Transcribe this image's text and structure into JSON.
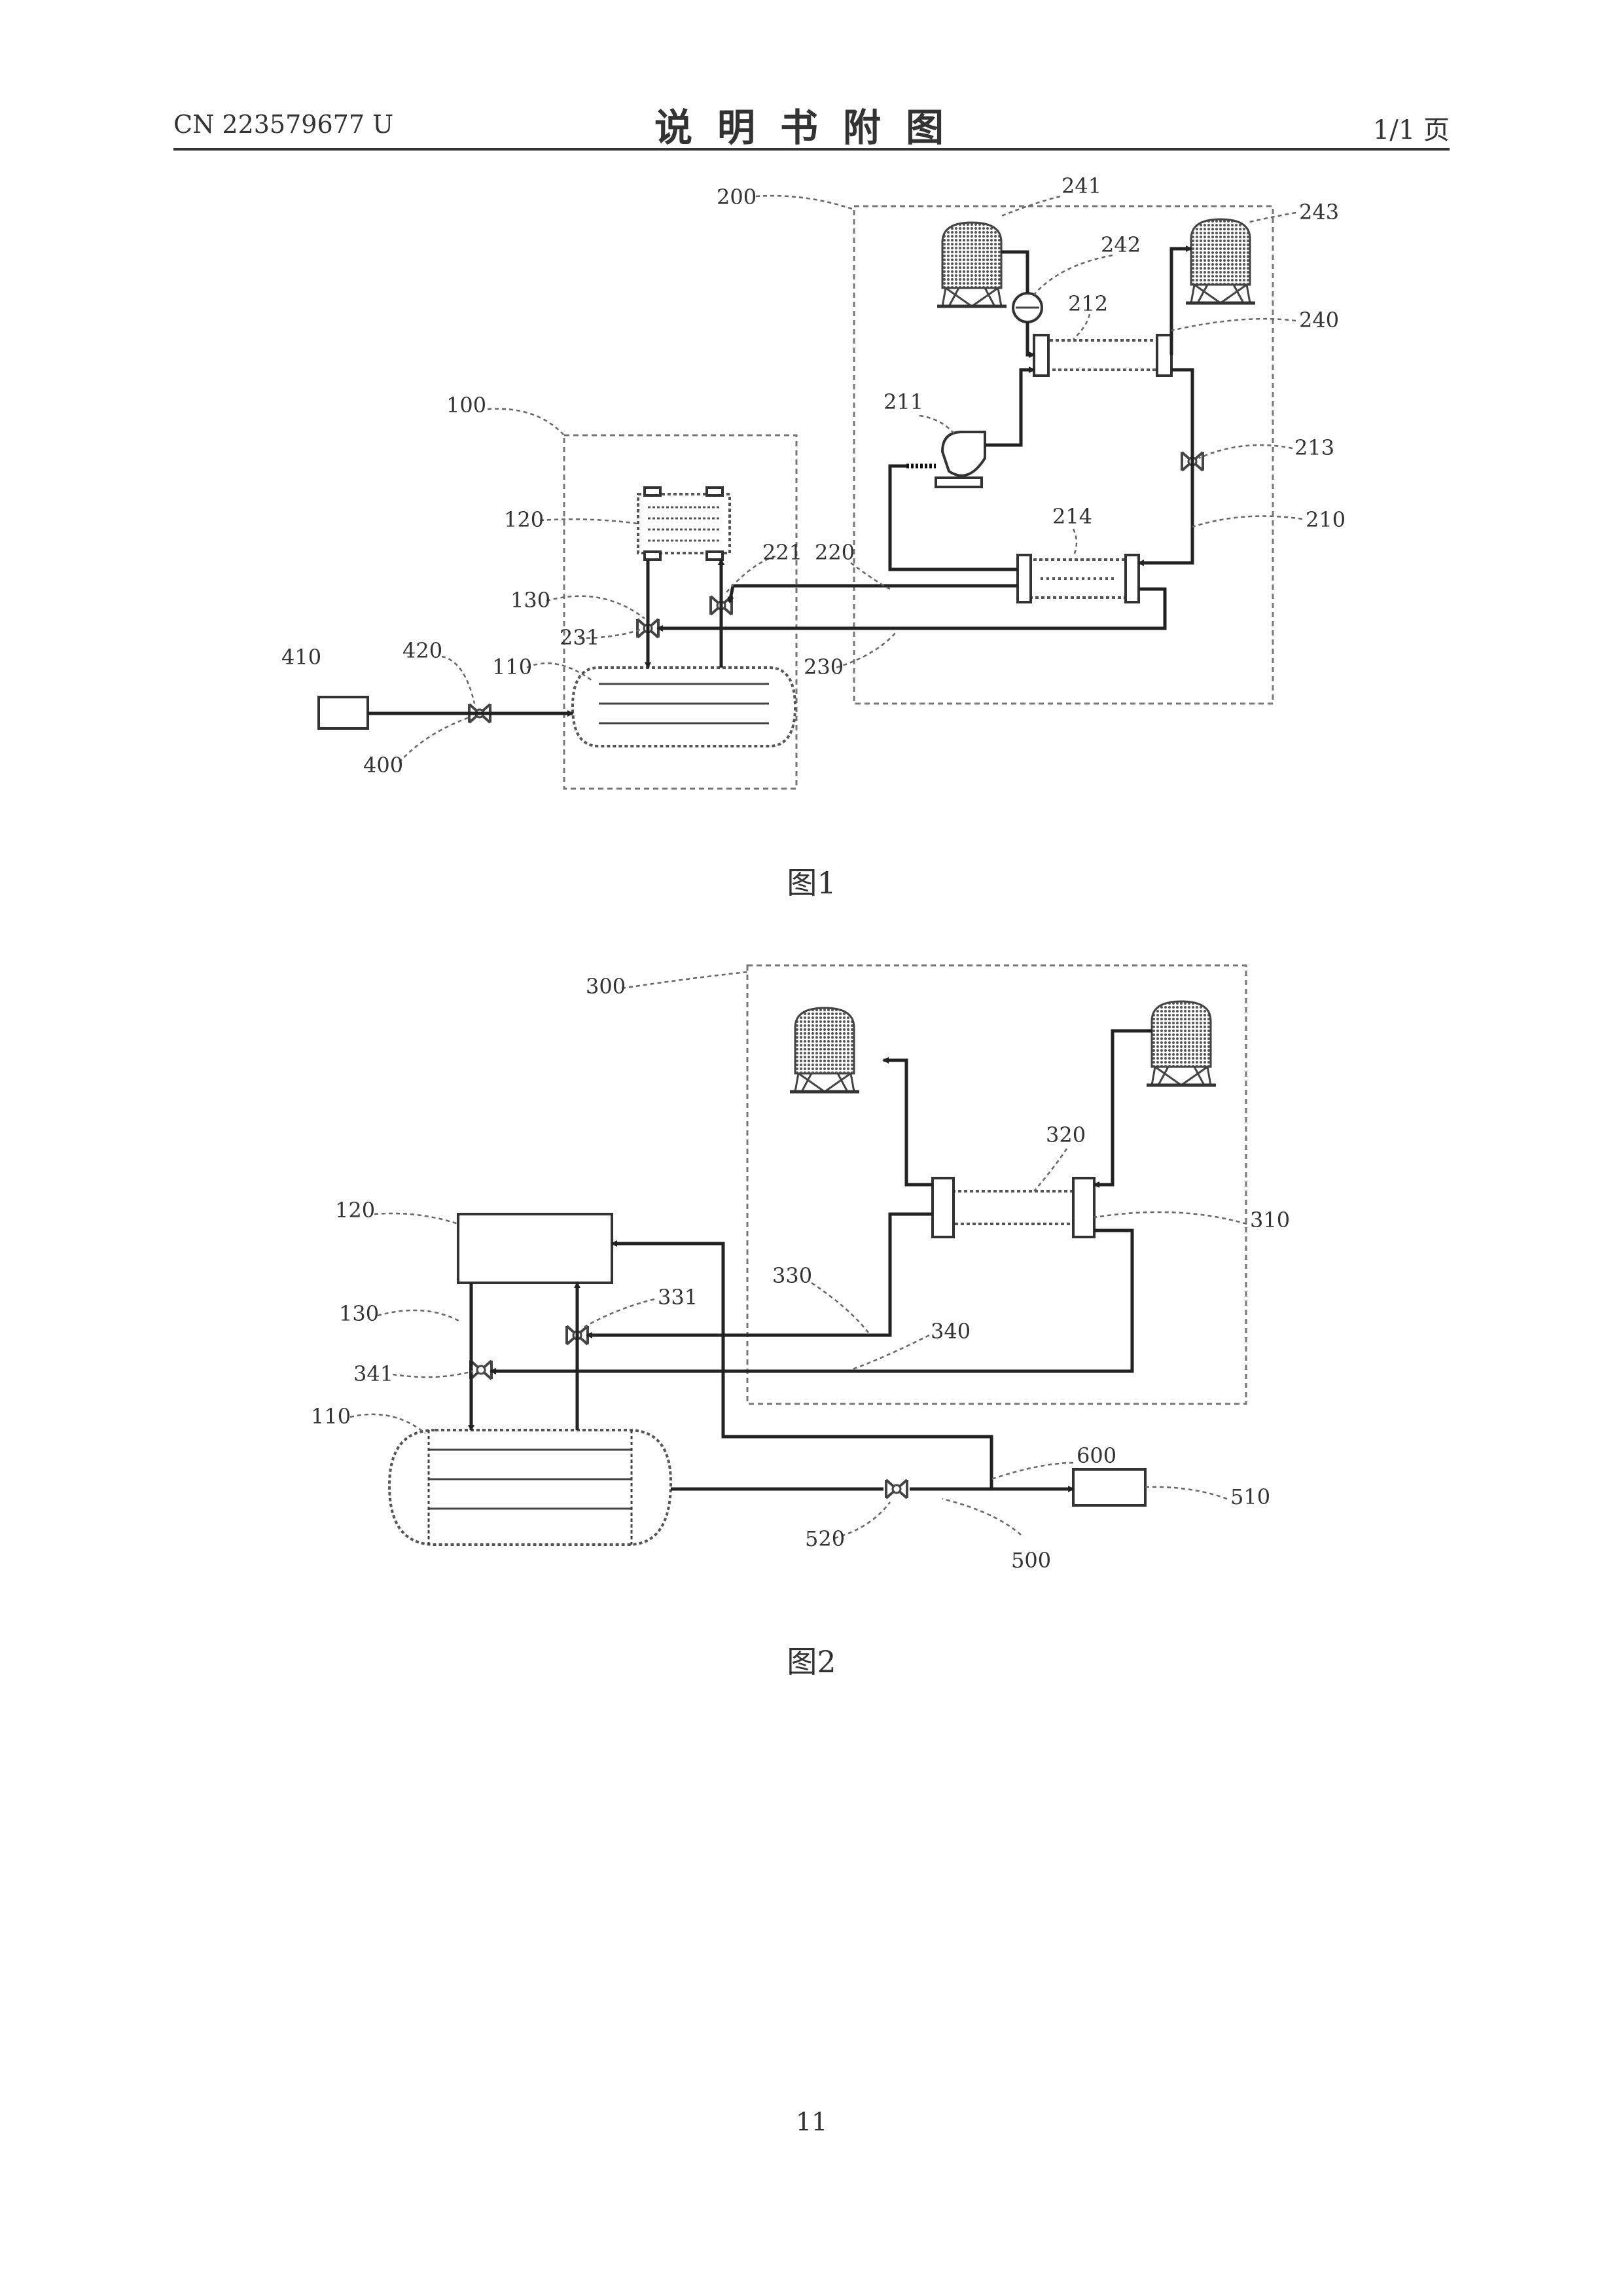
{
  "header": {
    "doc_number": "CN 223579677 U",
    "title": "说明书附图",
    "page_indicator": "1/1 页"
  },
  "figure1": {
    "caption": "图1",
    "labels": {
      "l200": "200",
      "l241": "241",
      "l243": "243",
      "l242": "242",
      "l212": "212",
      "l240": "240",
      "l211": "211",
      "l213": "213",
      "l100": "100",
      "l214": "214",
      "l210": "210",
      "l120": "120",
      "l221": "221",
      "l220": "220",
      "l130": "130",
      "l231": "231",
      "l110": "110",
      "l230": "230",
      "l410": "410",
      "l420": "420",
      "l400": "400"
    }
  },
  "figure2": {
    "caption": "图2",
    "labels": {
      "l300": "300",
      "l320": "320",
      "l310": "310",
      "l120": "120",
      "l330": "330",
      "l331": "331",
      "l130": "130",
      "l340": "340",
      "l341": "341",
      "l110": "110",
      "l600": "600",
      "l510": "510",
      "l520": "520",
      "l500": "500"
    }
  },
  "footer": {
    "page_number": "11"
  }
}
